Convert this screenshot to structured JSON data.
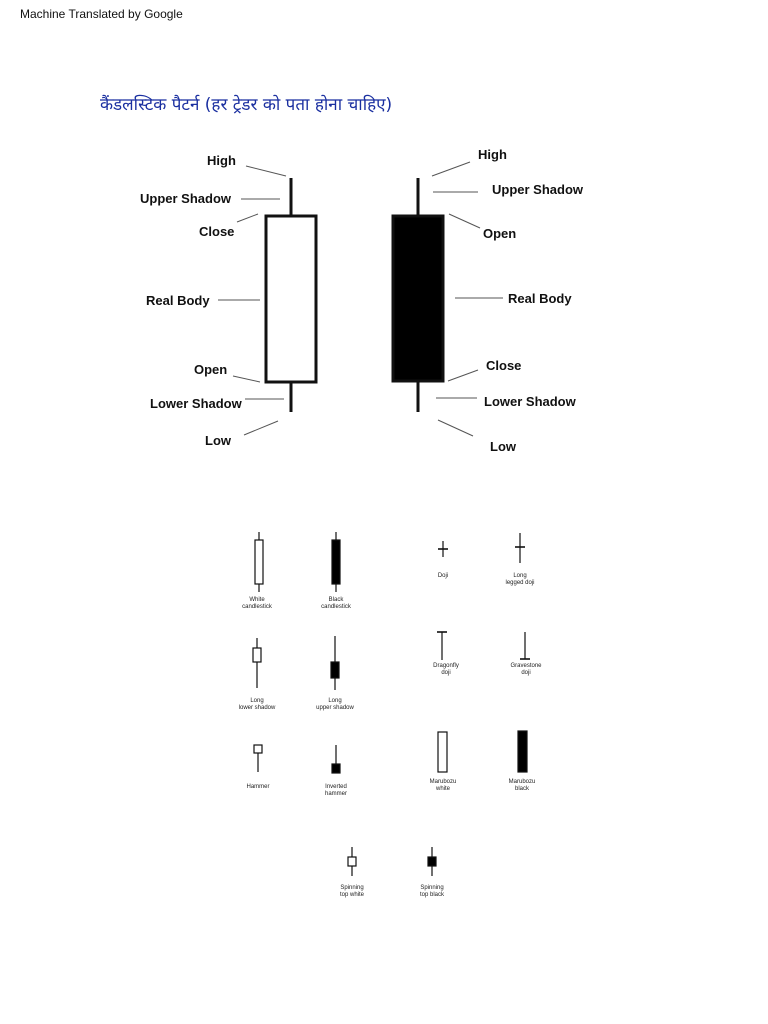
{
  "header": {
    "text": "Machine Translated by Google"
  },
  "title": "कैंडलस्टिक पैटर्न (हर ट्रेडर को पता होना चाहिए)",
  "anatomy": {
    "white": {
      "high": "High",
      "upper_shadow": "Upper Shadow",
      "close": "Close",
      "real_body": "Real Body",
      "open": "Open",
      "lower_shadow": "Lower Shadow",
      "low": "Low"
    },
    "black": {
      "high": "High",
      "upper_shadow": "Upper Shadow",
      "open": "Open",
      "real_body": "Real Body",
      "close": "Close",
      "lower_shadow": "Lower Shadow",
      "low": "Low"
    }
  },
  "patterns": {
    "white_candlestick": [
      "White",
      "candlestick"
    ],
    "black_candlestick": [
      "Black",
      "candlestick"
    ],
    "doji": [
      "Doji"
    ],
    "long_legged_doji": [
      "Long",
      "legged doji"
    ],
    "long_lower_shadow": [
      "Long",
      "lower shadow"
    ],
    "long_upper_shadow": [
      "Long",
      "upper shadow"
    ],
    "dragonfly_doji": [
      "Dragonfly",
      "doji"
    ],
    "gravestone_doji": [
      "Gravestone",
      "doji"
    ],
    "hammer": [
      "Hammer"
    ],
    "inverted_hammer": [
      "Inverted",
      "hammer"
    ],
    "marubozu_white": [
      "Marubozu",
      "white"
    ],
    "marubozu_black": [
      "Marubozu",
      "black"
    ],
    "spinning_top_white": [
      "Spinning",
      "top white"
    ],
    "spinning_top_black": [
      "Spinning",
      "top black"
    ]
  }
}
